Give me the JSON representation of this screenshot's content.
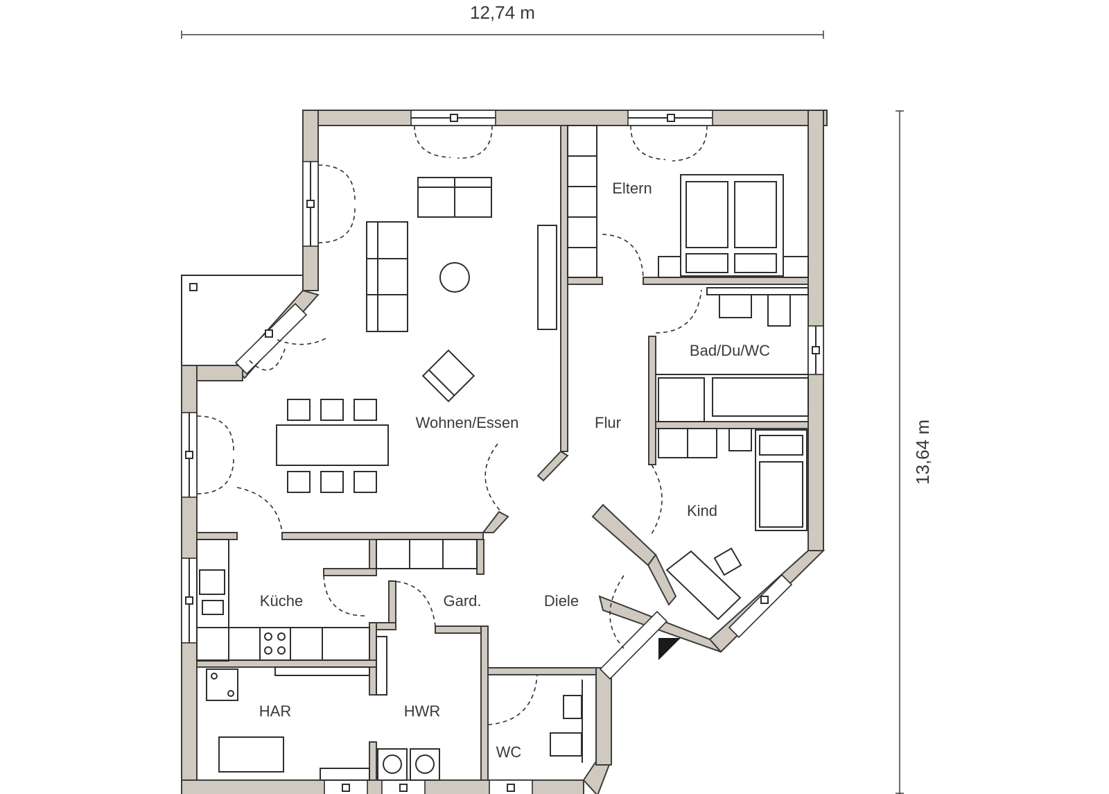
{
  "dimensions": {
    "width": "12,74 m",
    "height": "13,64 m"
  },
  "rooms": {
    "wohnen": "Wohnen/Essen",
    "eltern": "Eltern",
    "flur": "Flur",
    "bad": "Bad/Du/WC",
    "kind": "Kind",
    "kueche": "Küche",
    "gard": "Gard.",
    "diele": "Diele",
    "har": "HAR",
    "hwr": "HWR",
    "wc": "WC"
  },
  "colors": {
    "wall": "#cfc9c0",
    "line": "#2e2e2e",
    "background": "#ffffff"
  },
  "icons": [
    "entrance-arrow-icon",
    "window-icon",
    "door-swing-icon"
  ]
}
